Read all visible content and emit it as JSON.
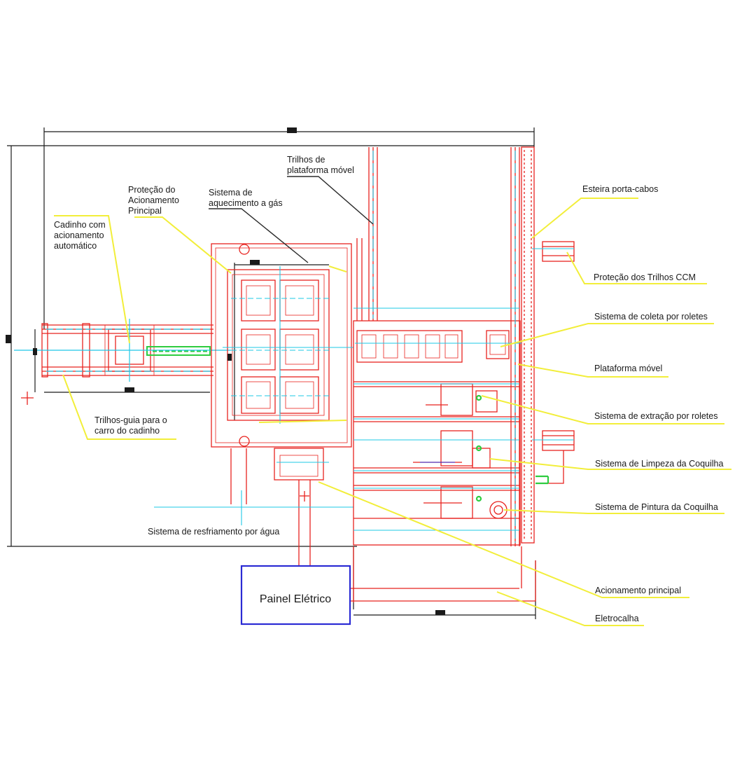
{
  "colors": {
    "structure": "#e8231f",
    "cyan": "#1ec8e6",
    "leader_yellow": "#f2ee3a",
    "leader_dark": "#2a2a2a",
    "panel_border": "#2b2bd4",
    "green": "#2ecc40",
    "dimension": "#1a1a1a"
  },
  "labels": {
    "trilhos_plataforma": [
      "Trilhos de",
      "plataforma móvel"
    ],
    "protecao_acionamento": [
      "Proteção do",
      "Acionamento",
      "Principal"
    ],
    "aquecimento": [
      "Sistema de",
      "aquecimento a gás"
    ],
    "cadinho": [
      "Cadinho com",
      "acionamento",
      "automático"
    ],
    "esteira": "Esteira porta-cabos",
    "protecao_trilhos": "Proteção dos Trilhos CCM",
    "coleta": "Sistema de coleta por roletes",
    "plataforma": "Plataforma móvel",
    "extracao": "Sistema de extração por roletes",
    "limpeza": "Sistema de Limpeza da Coquilha",
    "pintura": "Sistema de Pintura da Coquilha",
    "trilhos_guia": [
      "Trilhos-guia para o",
      "carro do cadinho"
    ],
    "resfriamento": "Sistema de resfriamento por água",
    "acionamento_principal": "Acionamento principal",
    "eletrocalha": "Eletrocalha",
    "painel": "Painel Elétrico"
  }
}
